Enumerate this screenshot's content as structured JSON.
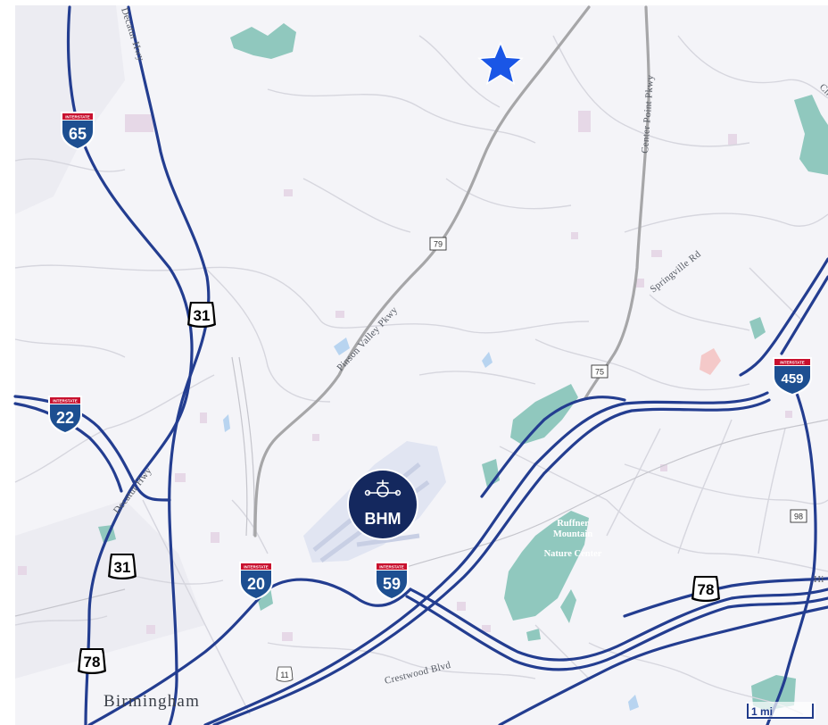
{
  "colors": {
    "land": "#f3f3f7",
    "park": "#8fc7bd",
    "interstate_line": "#223c8f",
    "secondary_line": "#a3a3a3",
    "minor_road": "#dadae0",
    "water": "#b8d3ef",
    "marker": "#1a56e6",
    "airport_circle": "#14285e"
  },
  "labels": {
    "decatur_hwy_top": "Decatur Hwy",
    "decatur_hwy_left": "Decatur Hwy",
    "center_point_pkwy": "Center Point Pkwy",
    "springville_rd": "Springville Rd",
    "pinson_valley_pkwy": "Pinson Valley Pkwy",
    "crestwood_blvd": "Crestwood Blvd",
    "birmingham": "Birmingham",
    "park_line1": "Ruffner",
    "park_line2": "Mountain",
    "park_line3": "Nature Center",
    "edge_right_top": "Ch",
    "edge_right_mid": "Hi"
  },
  "shields": {
    "interstate_top_text": "INTERSTATE",
    "i65": "65",
    "i22": "22",
    "i20": "20",
    "i59": "59",
    "i459": "459",
    "us31_a": "31",
    "us31_b": "31",
    "us78_a": "78",
    "us78_b": "78",
    "sr79": "79",
    "sr75": "75",
    "sr98": "98",
    "us11": "11"
  },
  "airport": {
    "code": "BHM"
  },
  "scale": {
    "label": "1 mi"
  },
  "marker": {
    "icon": "star-icon"
  }
}
